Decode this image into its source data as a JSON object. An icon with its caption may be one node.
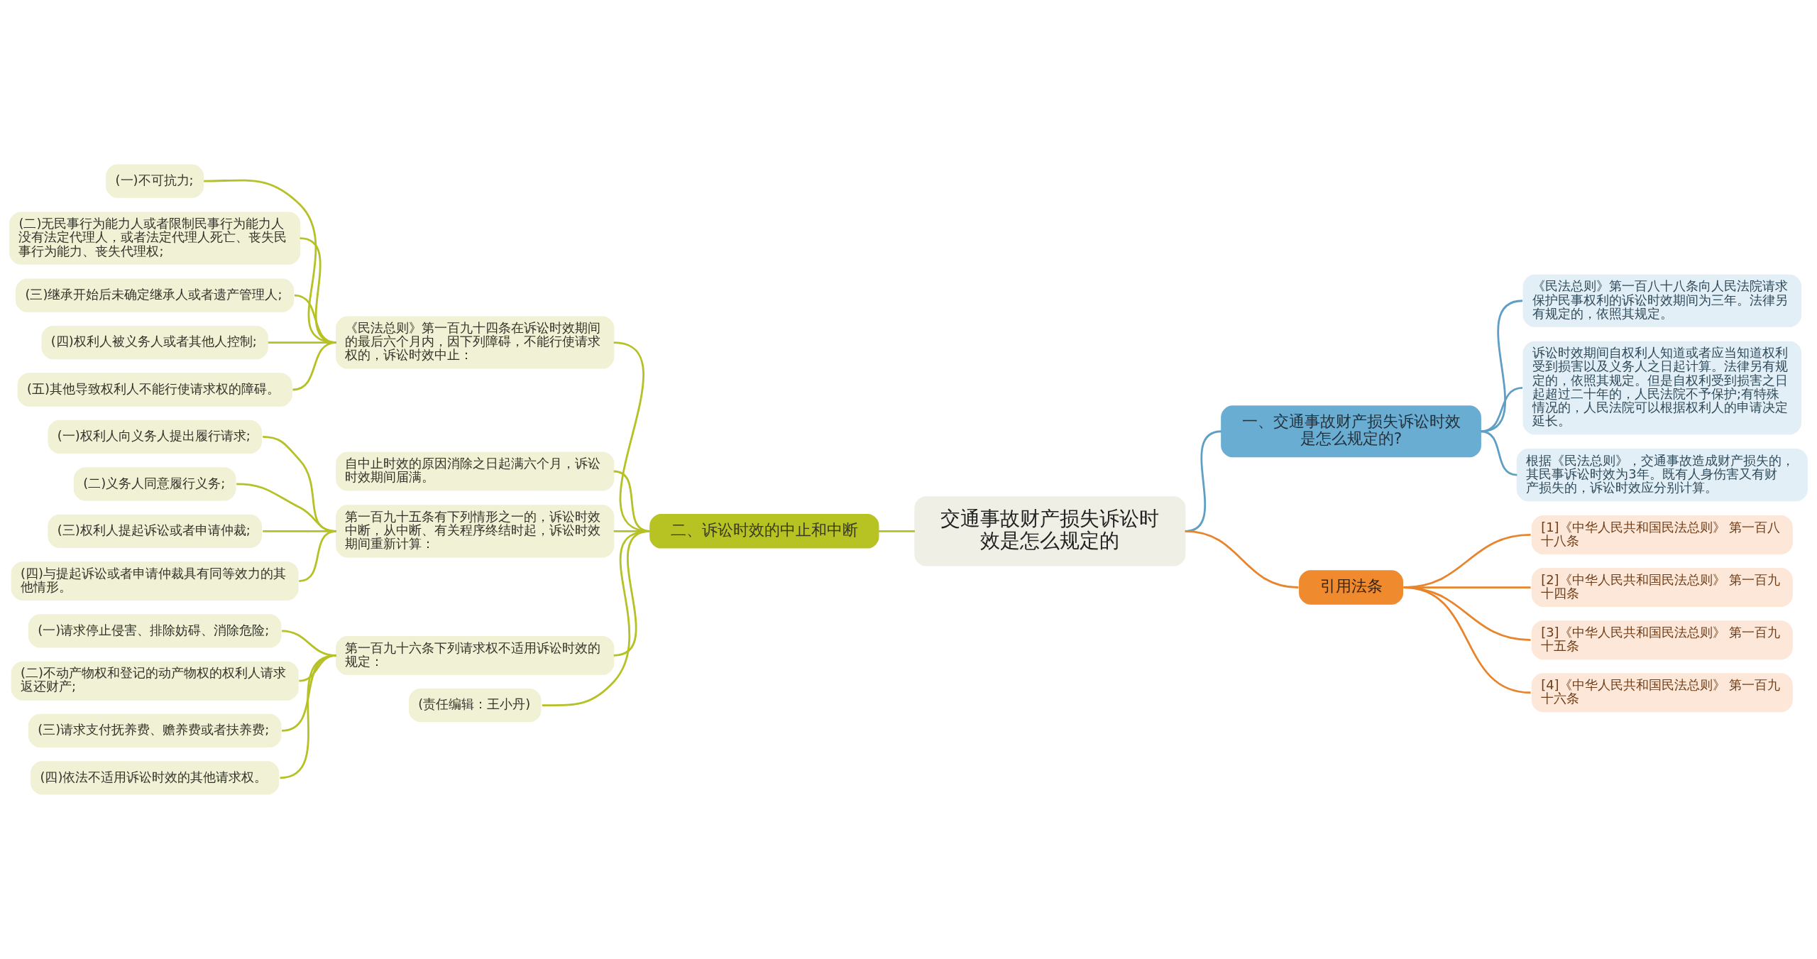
{
  "diagram": {
    "nodes": [
      {
        "text": [
          "交通事故财产损失诉讼时效是怎么规定的"
        ]
      },
      {
        "text": [
          "一、交通事故财产损失诉讼时效是怎么规定的?"
        ]
      },
      {
        "text": [
          "《民法总则》第一百八十八条向人民法院请求保护民事权利的诉讼时效期间为三年。法律另有规定的，依照其规定。"
        ]
      },
      {
        "text": [
          "诉讼时效期间自权利人知道或者应当知道权利受到损害以及义务人之日起计算。法律另有规定的，依照其规定。但是自权利受到损害之日起超过二十年的，人民法院不予保护;有特殊情况的，人民法院可以根据权利人的申请决定延长。"
        ]
      },
      {
        "text": [
          "根据《民法总则》，交通事故造成财产损失的，其民事诉讼时效为3年。既有人身伤害又有财产损失的，诉讼时效应分别计算。"
        ]
      },
      {
        "text": [
          "引用法条"
        ]
      },
      {
        "text": [
          "[1]《中华人民共和国民法总则》 第一百八十八条"
        ]
      },
      {
        "text": [
          "[2]《中华人民共和国民法总则》 第一百九十四条"
        ]
      },
      {
        "text": [
          "[3]《中华人民共和国民法总则》 第一百九十五条"
        ]
      },
      {
        "text": [
          "[4]《中华人民共和国民法总则》 第一百九十六条"
        ]
      },
      {
        "text": [
          "二、诉讼时效的中止和中断"
        ]
      },
      {
        "text": [
          "《民法总则》第一百九十四条在诉讼时效期间的最后六个月内，因下列障碍，不能行使请求权的，诉讼时效中止："
        ]
      },
      {
        "text": [
          "(一)不可抗力;"
        ]
      },
      {
        "text": [
          "(二)无民事行为能力人或者限制民事行为能力人没有法定代理人，或者法定代理人死亡、丧失民事行为能力、丧失代理权;"
        ]
      },
      {
        "text": [
          "(三)继承开始后未确定继承人或者遗产管理人;"
        ]
      },
      {
        "text": [
          "(四)权利人被义务人或者其他人控制;"
        ]
      },
      {
        "text": [
          "(五)其他导致权利人不能行使请求权的障碍。"
        ]
      },
      {
        "text": [
          "自中止时效的原因消除之日起满六个月，诉讼时效期间届满。"
        ]
      },
      {
        "text": [
          "第一百九十五条有下列情形之一的，诉讼时效中断，从中断、有关程序终结时起，诉讼时效期间重新计算："
        ]
      },
      {
        "text": [
          "(一)权利人向义务人提出履行请求;"
        ]
      },
      {
        "text": [
          "(二)义务人同意履行义务;"
        ]
      },
      {
        "text": [
          "(三)权利人提起诉讼或者申请仲裁;"
        ]
      },
      {
        "text": [
          "(四)与提起诉讼或者申请仲裁具有同等效力的其他情形。"
        ]
      },
      {
        "text": [
          "第一百九十六条下列请求权不适用诉讼时效的规定："
        ]
      },
      {
        "text": [
          "(一)请求停止侵害、排除妨碍、消除危险;"
        ]
      },
      {
        "text": [
          "(二)不动产物权和登记的动产物权的权利人请求返还财产;"
        ]
      },
      {
        "text": [
          "(三)请求支付抚养费、赡养费或者扶养费;"
        ]
      },
      {
        "text": [
          "(四)依法不适用诉讼时效的其他请求权。"
        ]
      },
      {
        "text": [
          "(责任编辑：王小丹)"
        ]
      }
    ],
    "edges": [
      {
        "from": 0,
        "to": 1,
        "arrow": "none",
        "color": "#5f9fc6"
      },
      {
        "from": 1,
        "to": 2,
        "arrow": "none",
        "color": "#5f9fc6"
      },
      {
        "from": 1,
        "to": 3,
        "arrow": "none",
        "color": "#5f9fc6"
      },
      {
        "from": 1,
        "to": 4,
        "arrow": "none",
        "color": "#5f9fc6"
      },
      {
        "from": 0,
        "to": 5,
        "arrow": "none",
        "color": "#e8842c"
      },
      {
        "from": 5,
        "to": 6,
        "arrow": "none",
        "color": "#e8842c"
      },
      {
        "from": 5,
        "to": 7,
        "arrow": "none",
        "color": "#e8842c"
      },
      {
        "from": 5,
        "to": 8,
        "arrow": "none",
        "color": "#e8842c"
      },
      {
        "from": 5,
        "to": 9,
        "arrow": "none",
        "color": "#e8842c"
      },
      {
        "from": 0,
        "to": 10,
        "arrow": "none"
      },
      {
        "from": 10,
        "to": 11,
        "arrow": "none"
      },
      {
        "from": 11,
        "to": 12,
        "arrow": "none"
      },
      {
        "from": 11,
        "to": 13,
        "arrow": "none"
      },
      {
        "from": 11,
        "to": 14,
        "arrow": "none"
      },
      {
        "from": 11,
        "to": 15,
        "arrow": "none"
      },
      {
        "from": 11,
        "to": 16,
        "arrow": "none"
      },
      {
        "from": 10,
        "to": 17,
        "arrow": "none"
      },
      {
        "from": 10,
        "to": 18,
        "arrow": "none"
      },
      {
        "from": 18,
        "to": 19,
        "arrow": "none"
      },
      {
        "from": 18,
        "to": 20,
        "arrow": "none"
      },
      {
        "from": 18,
        "to": 21,
        "arrow": "none"
      },
      {
        "from": 18,
        "to": 22,
        "arrow": "none"
      },
      {
        "from": 10,
        "to": 23,
        "arrow": "none"
      },
      {
        "from": 23,
        "to": 24,
        "arrow": "none"
      },
      {
        "from": 23,
        "to": 25,
        "arrow": "none"
      },
      {
        "from": 23,
        "to": 26,
        "arrow": "none"
      },
      {
        "from": 23,
        "to": 27,
        "arrow": "none"
      },
      {
        "from": 10,
        "to": 28,
        "arrow": "none"
      }
    ]
  }
}
